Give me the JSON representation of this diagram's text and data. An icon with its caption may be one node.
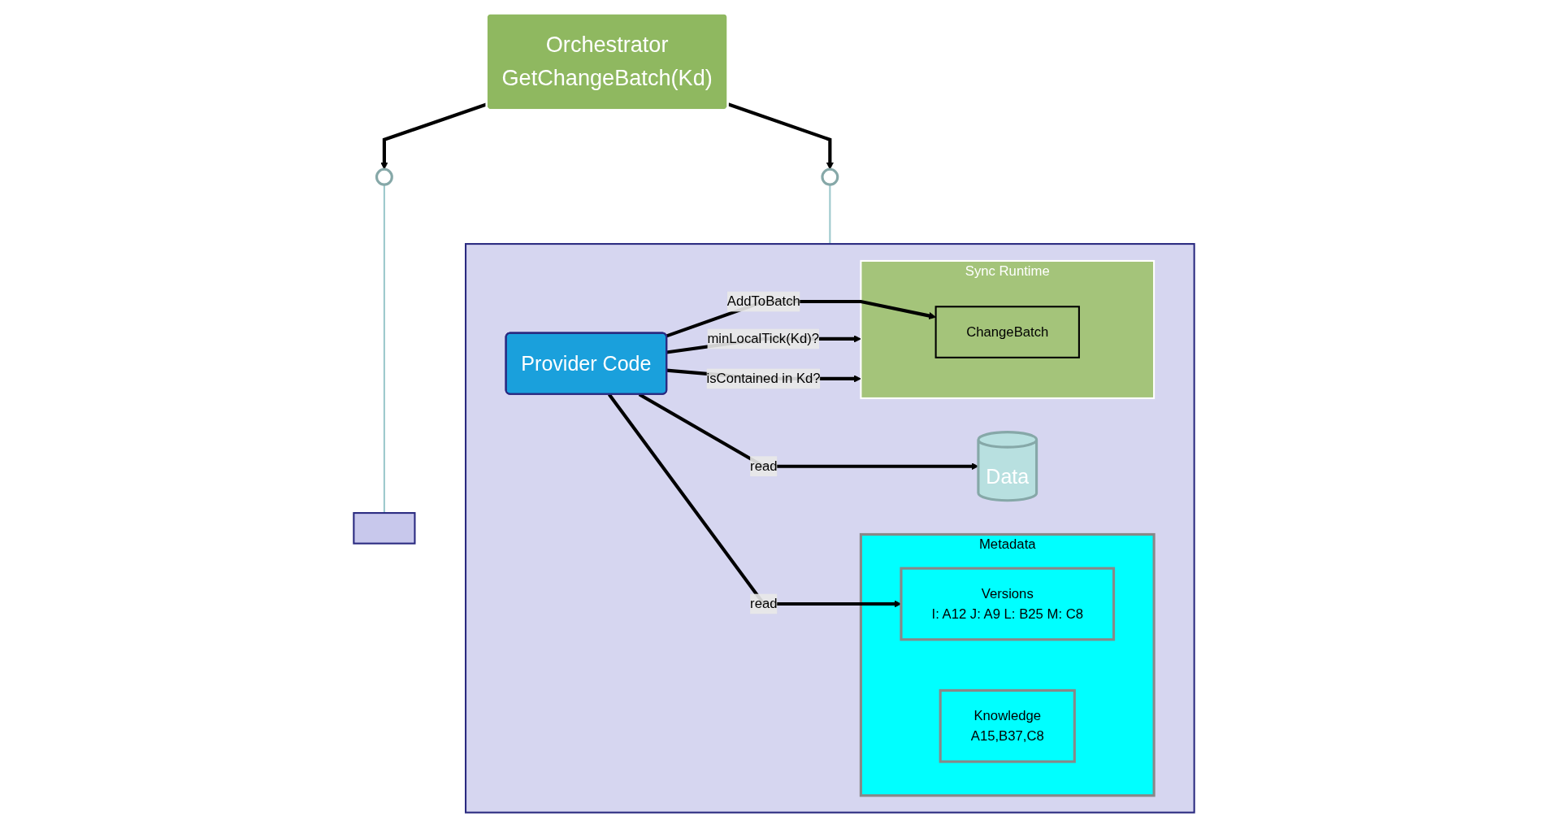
{
  "diagram": {
    "nodes": [
      {
        "text": [
          "Orchestrator",
          "GetChangeBatch(Kd)"
        ]
      },
      {
        "text": [],
        "shape": "circle"
      },
      {
        "text": [],
        "shape": "circle"
      },
      {
        "text": [],
        "shape": "box"
      },
      {
        "text": [],
        "shape": "box"
      },
      {
        "text": [
          "Metadata"
        ],
        "in": 4
      },
      {
        "text": [
          "Knowledge",
          "A15,B37,C8"
        ],
        "in": 5
      },
      {
        "text": [
          "Versions",
          "I: A12 J: A9 L: B25 M: C8"
        ],
        "in": 5
      },
      {
        "text": [
          "Provider Code"
        ],
        "in": 4
      },
      {
        "text": [
          "Sync Runtime"
        ],
        "in": 4
      },
      {
        "text": [
          "ChangeBatch"
        ],
        "in": 9
      },
      {
        "text": [
          "Data"
        ],
        "in": 4
      }
    ],
    "edges": [
      {
        "from": 0,
        "to": 1,
        "arrow": "to"
      },
      {
        "from": 0,
        "to": 2,
        "arrow": "to"
      },
      {
        "from": 1,
        "to": 3,
        "arrow": "none",
        "color": "#9cc8cc"
      },
      {
        "from": 2,
        "to": 4,
        "arrow": "none",
        "color": "#9cc8cc"
      },
      {
        "from": 8,
        "to": 9,
        "label": "minLocalTick(Kd)?",
        "arrow": "to"
      },
      {
        "from": 8,
        "to": 9,
        "label": "isContained in Kd?",
        "arrow": "to"
      },
      {
        "from": 8,
        "to": 10,
        "label": "AddToBatch",
        "arrow": "to"
      },
      {
        "from": 8,
        "to": 7,
        "label": "read",
        "arrow": "to"
      },
      {
        "from": 8,
        "to": 11,
        "label": "read",
        "arrow": "to"
      }
    ]
  }
}
